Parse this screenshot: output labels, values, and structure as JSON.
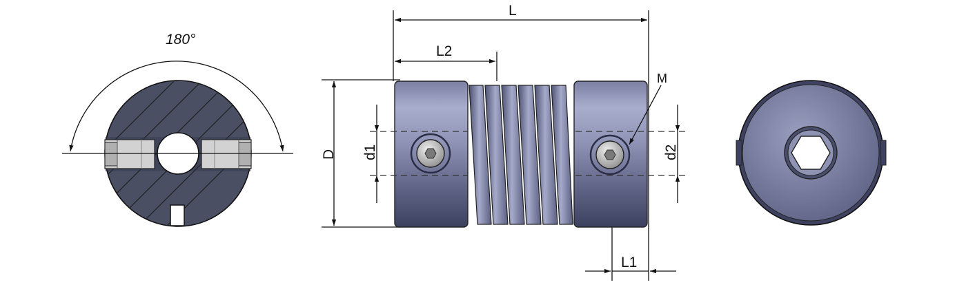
{
  "labels": {
    "angle": "180°",
    "L": "L",
    "L1": "L1",
    "L2": "L2",
    "D": "D",
    "d1": "d1",
    "d2": "d2",
    "M": "M"
  },
  "colors": {
    "line": "#111111",
    "section_fill": "#4a4f63",
    "metal_light": "#a9adcd",
    "metal_mid": "#7d82a4",
    "metal_dark": "#3e4260",
    "screw": "#c9c9c9"
  }
}
